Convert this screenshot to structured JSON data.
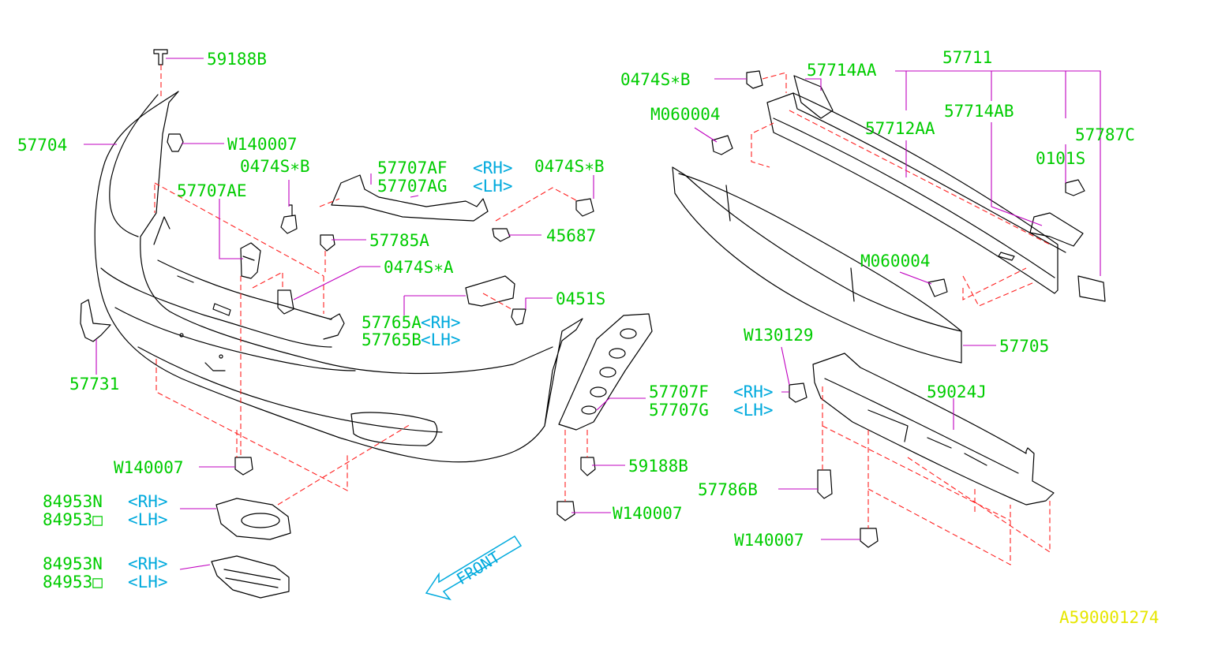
{
  "labels": {
    "l59188B_top": "59188B",
    "lW140007_top": "W140007",
    "l57704": "57704",
    "l0474SB_a": "0474S∗B",
    "l57707AE": "57707AE",
    "l57707AF": "57707AF",
    "l57707AG": "57707AG",
    "l0474SB_b": "0474S∗B",
    "l57785A": "57785A",
    "l45687": "45687",
    "l0474SA": "0474S∗A",
    "l0451S": "0451S",
    "l57765A": "57765A",
    "l57765B": "57765B",
    "l57731": "57731",
    "l57707F": "57707F",
    "l57707G": "57707G",
    "l59188B_low": "59188B",
    "lW140007_left": "W140007",
    "lW140007_mid": "W140007",
    "l84953N_a": "84953N",
    "l84953O_a": "84953□",
    "l84953N_b": "84953N",
    "l84953O_b": "84953□",
    "l57711": "57711",
    "l0474SB_c": "0474S∗B",
    "l57714AA": "57714AA",
    "lM060004_a": "M060004",
    "l57714AB": "57714AB",
    "l57712AA": "57712AA",
    "l57787C": "57787C",
    "l0101S": "0101S",
    "lM060004_b": "M060004",
    "l57705": "57705",
    "lW130129": "W130129",
    "l59024J": "59024J",
    "l57786B": "57786B",
    "lW140007_right": "W140007"
  },
  "sides": {
    "rh": "<RH>",
    "lh": "<LH>"
  },
  "front_label": "FRONT",
  "reference_code": "A590001274",
  "colors": {
    "label": "#00cc00",
    "side": "#00aadd",
    "leader": "#c000c0",
    "hidden_line": "#ff2020",
    "reference": "#e6e600"
  }
}
